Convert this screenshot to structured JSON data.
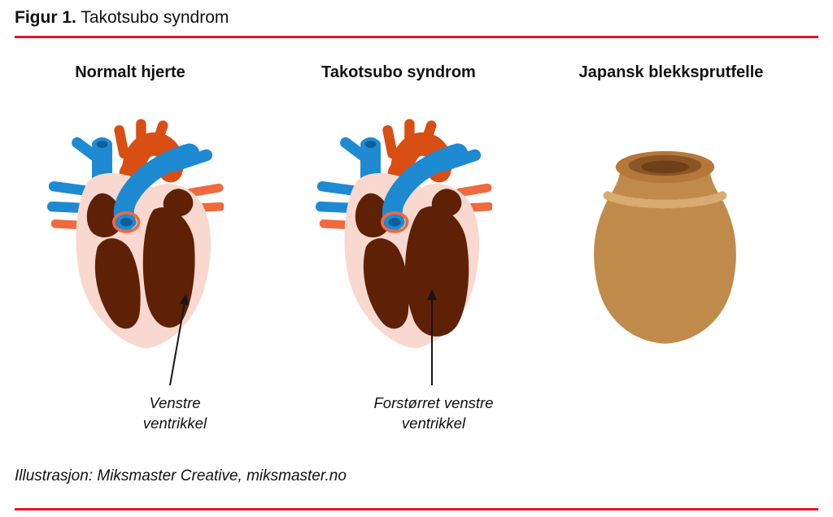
{
  "title": {
    "label": "Figur 1.",
    "text": "Takotsubo syndrom"
  },
  "columns": [
    {
      "heading": "Normalt hjerte",
      "annotation": "Venstre\nventrikkel"
    },
    {
      "heading": "Takotsubo syndrom",
      "annotation": "Forstørret venstre\nventrikkel"
    },
    {
      "heading": "Japansk blekksprutfelle",
      "annotation": ""
    }
  ],
  "credit": "Illustrasjon: Miksmaster Creative, miksmaster.no",
  "colors": {
    "text": "#111111",
    "rule_red": "#e8132b",
    "heart_pale": "#f9d8cf",
    "heart_muscle": "#5e2106",
    "aorta_orange": "#d94e12",
    "vessel_blue": "#1d8ad2",
    "vessel_blue_dark": "#0e5d94",
    "stub_orange": "#ef6a3e",
    "pot_body": "#c08a4a",
    "pot_rim": "#b5773a",
    "pot_opening": "#8a5526",
    "pot_opening_dark": "#6f3f16",
    "pot_rope": "#d8ab72"
  }
}
